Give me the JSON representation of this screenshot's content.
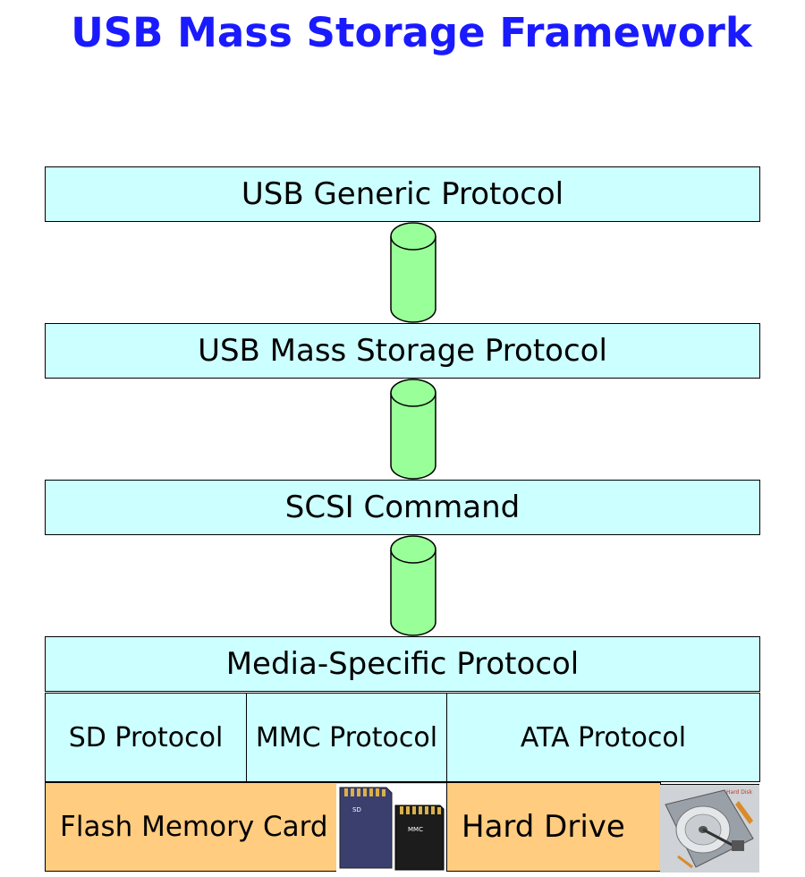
{
  "title": "USB Mass Storage Framework",
  "layers": [
    {
      "label": "USB Generic Protocol"
    },
    {
      "label": "USB Mass Storage Protocol"
    },
    {
      "label": "SCSI Command"
    },
    {
      "label": "Media-Specific Protocol"
    }
  ],
  "sub_protocols": [
    {
      "label": "SD Protocol"
    },
    {
      "label": "MMC Protocol"
    },
    {
      "label": "ATA Protocol"
    }
  ],
  "media": [
    {
      "label": "Flash Memory Card",
      "card_labels": [
        "SD",
        "MMC"
      ]
    },
    {
      "label": "Hard Drive",
      "image_caption": "Hard Disk"
    }
  ],
  "colors": {
    "title": "#1a1aff",
    "layer_fill": "#ccffff",
    "connector_fill": "#99ff99",
    "media_fill": "#ffcc80"
  }
}
